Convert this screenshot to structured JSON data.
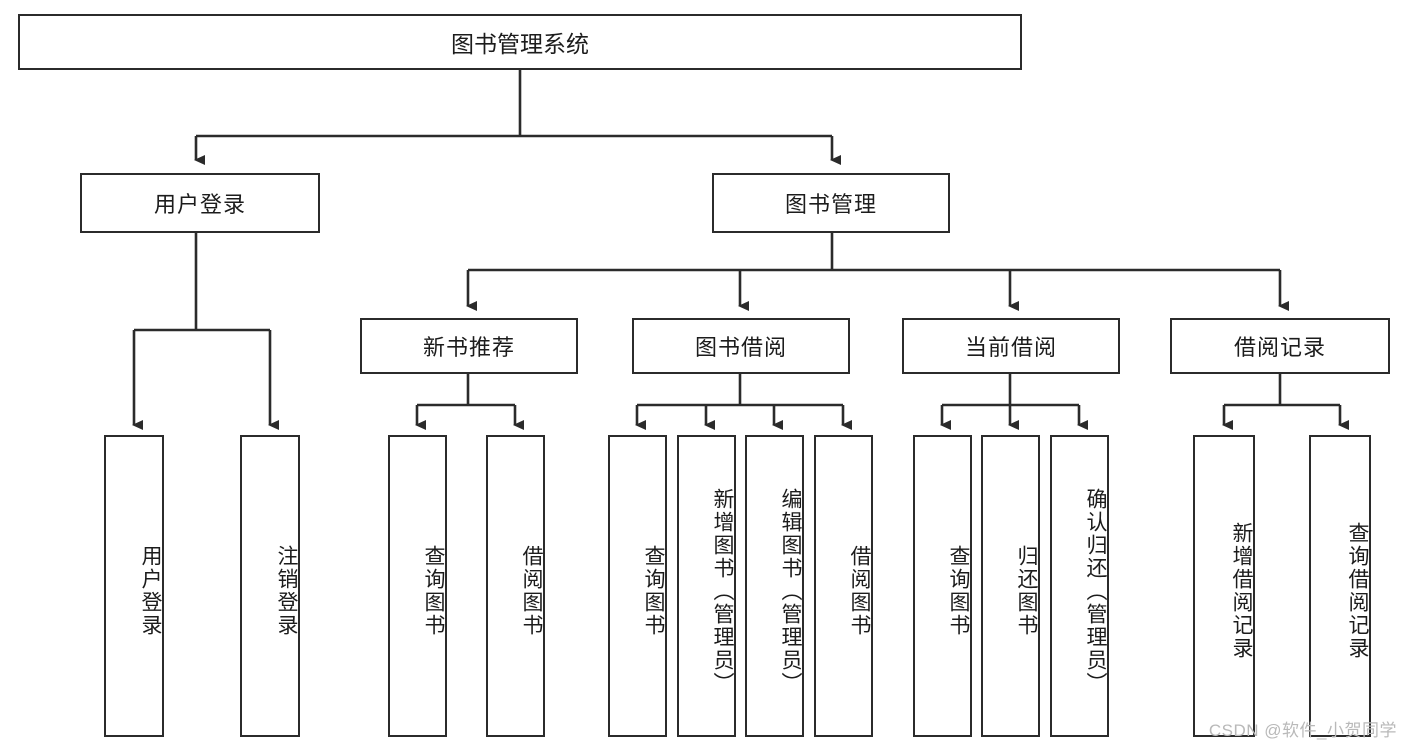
{
  "diagram": {
    "title": "图书管理系统",
    "watermark": "CSDN @软件_小贺同学",
    "accent_color": "#2b2b2b",
    "background_color": "#ffffff",
    "root": {
      "label": "图书管理系统"
    },
    "level2": [
      {
        "label": "用户登录"
      },
      {
        "label": "图书管理"
      }
    ],
    "level3": [
      {
        "label": "新书推荐"
      },
      {
        "label": "图书借阅"
      },
      {
        "label": "当前借阅"
      },
      {
        "label": "借阅记录"
      }
    ],
    "leaves": [
      {
        "label": "用户登录",
        "parent": "用户登录"
      },
      {
        "label": "注销登录",
        "parent": "用户登录"
      },
      {
        "label": "查询图书",
        "parent": "新书推荐"
      },
      {
        "label": "借阅图书",
        "parent": "新书推荐"
      },
      {
        "label": "查询图书",
        "parent": "图书借阅"
      },
      {
        "label": "新增图书（管理员）",
        "parent": "图书借阅"
      },
      {
        "label": "编辑图书（管理员）",
        "parent": "图书借阅"
      },
      {
        "label": "借阅图书",
        "parent": "图书借阅"
      },
      {
        "label": "查询图书",
        "parent": "当前借阅"
      },
      {
        "label": "归还图书",
        "parent": "当前借阅"
      },
      {
        "label": "确认归还（管理员）",
        "parent": "当前借阅"
      },
      {
        "label": "新增借阅记录",
        "parent": "借阅记录"
      },
      {
        "label": "查询借阅记录",
        "parent": "借阅记录"
      }
    ]
  }
}
